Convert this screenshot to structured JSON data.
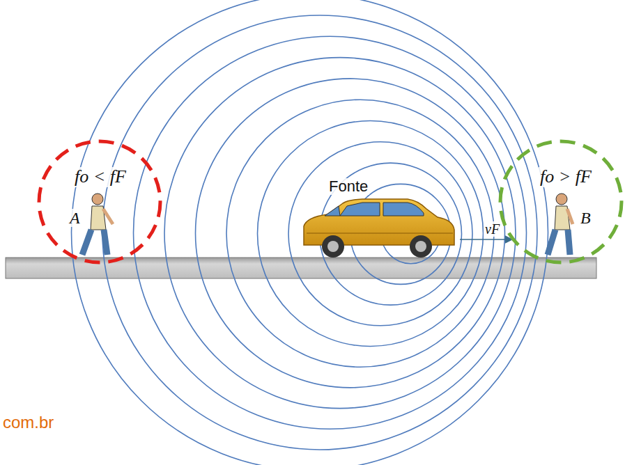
{
  "diagram": {
    "nodes": [
      {
        "text": [
          "fo < fF",
          "A"
        ]
      },
      {
        "text": [
          "fo > fF",
          "B"
        ]
      }
    ],
    "labels": [
      "Fonte",
      "vF",
      "com.br"
    ]
  }
}
